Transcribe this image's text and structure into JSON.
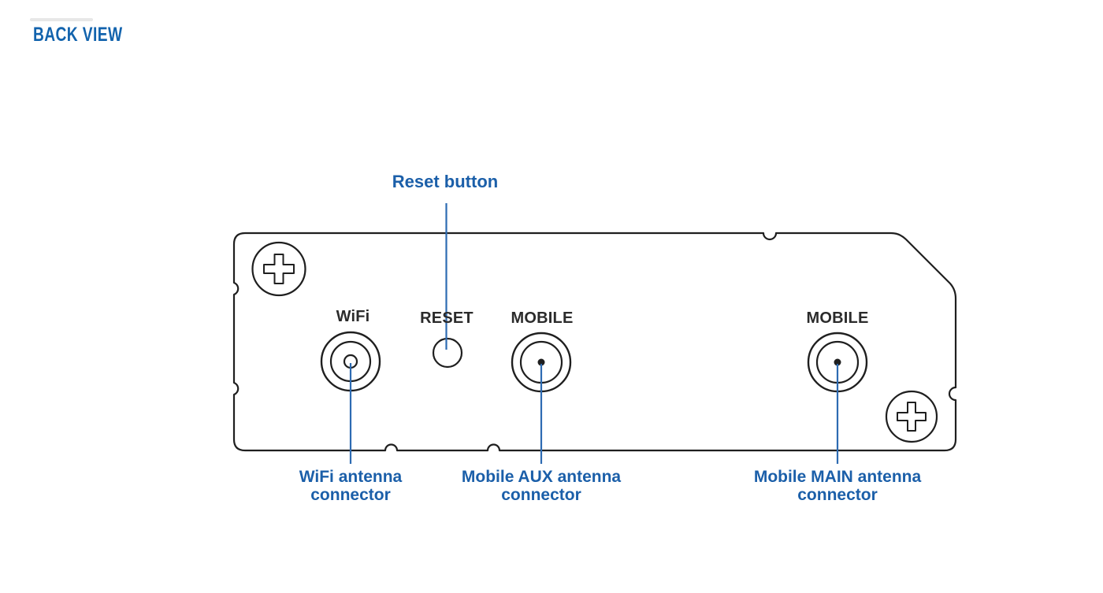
{
  "header": {
    "title": "BACK VIEW"
  },
  "colors": {
    "background": "#ffffff",
    "title_blue": "#1263ad",
    "callout_blue_text": "#1b5fa9",
    "callout_blue_line": "#2d6bb2",
    "device_outline": "#1f1f1f",
    "port_label_dark": "#2b2b2b"
  },
  "device": {
    "port_labels": {
      "wifi": "WiFi",
      "reset": "RESET",
      "mobile_aux": "MOBILE",
      "mobile_main": "MOBILE"
    }
  },
  "callouts": {
    "reset": {
      "label": "Reset button"
    },
    "wifi": {
      "line1": "WiFi antenna",
      "line2": "connector"
    },
    "mobile_aux": {
      "line1": "Mobile AUX antenna",
      "line2": "connector"
    },
    "mobile_main": {
      "line1": "Mobile MAIN antenna",
      "line2": "connector"
    }
  }
}
